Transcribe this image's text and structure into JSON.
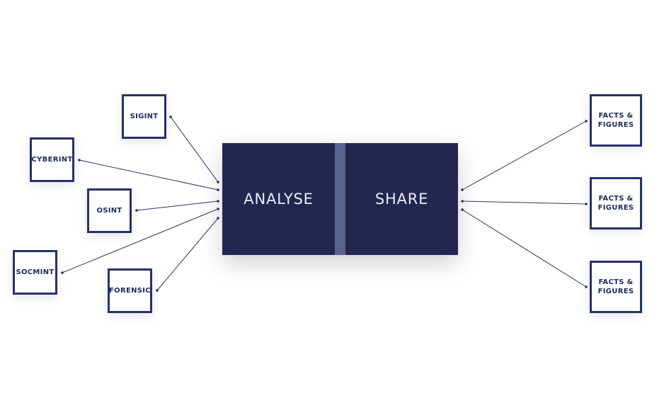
{
  "center": {
    "left_label": "ANALYSE",
    "right_label": "SHARE",
    "fill_color": "#242650",
    "divider_color": "#59628f"
  },
  "sources": [
    {
      "id": "sigint",
      "label": "SIGINT"
    },
    {
      "id": "cyberint",
      "label": "CYBERINT"
    },
    {
      "id": "osint",
      "label": "OSINT"
    },
    {
      "id": "socmint",
      "label": "SOCMINT"
    },
    {
      "id": "forensic",
      "label": "FORENSIC"
    }
  ],
  "outputs": [
    {
      "id": "facts-1",
      "label": "FACTS &\nFIGURES"
    },
    {
      "id": "facts-2",
      "label": "FACTS &\nFIGURES"
    },
    {
      "id": "facts-3",
      "label": "FACTS &\nFIGURES"
    }
  ],
  "colors": {
    "box_border": "#263268",
    "line": "#2b3563"
  }
}
